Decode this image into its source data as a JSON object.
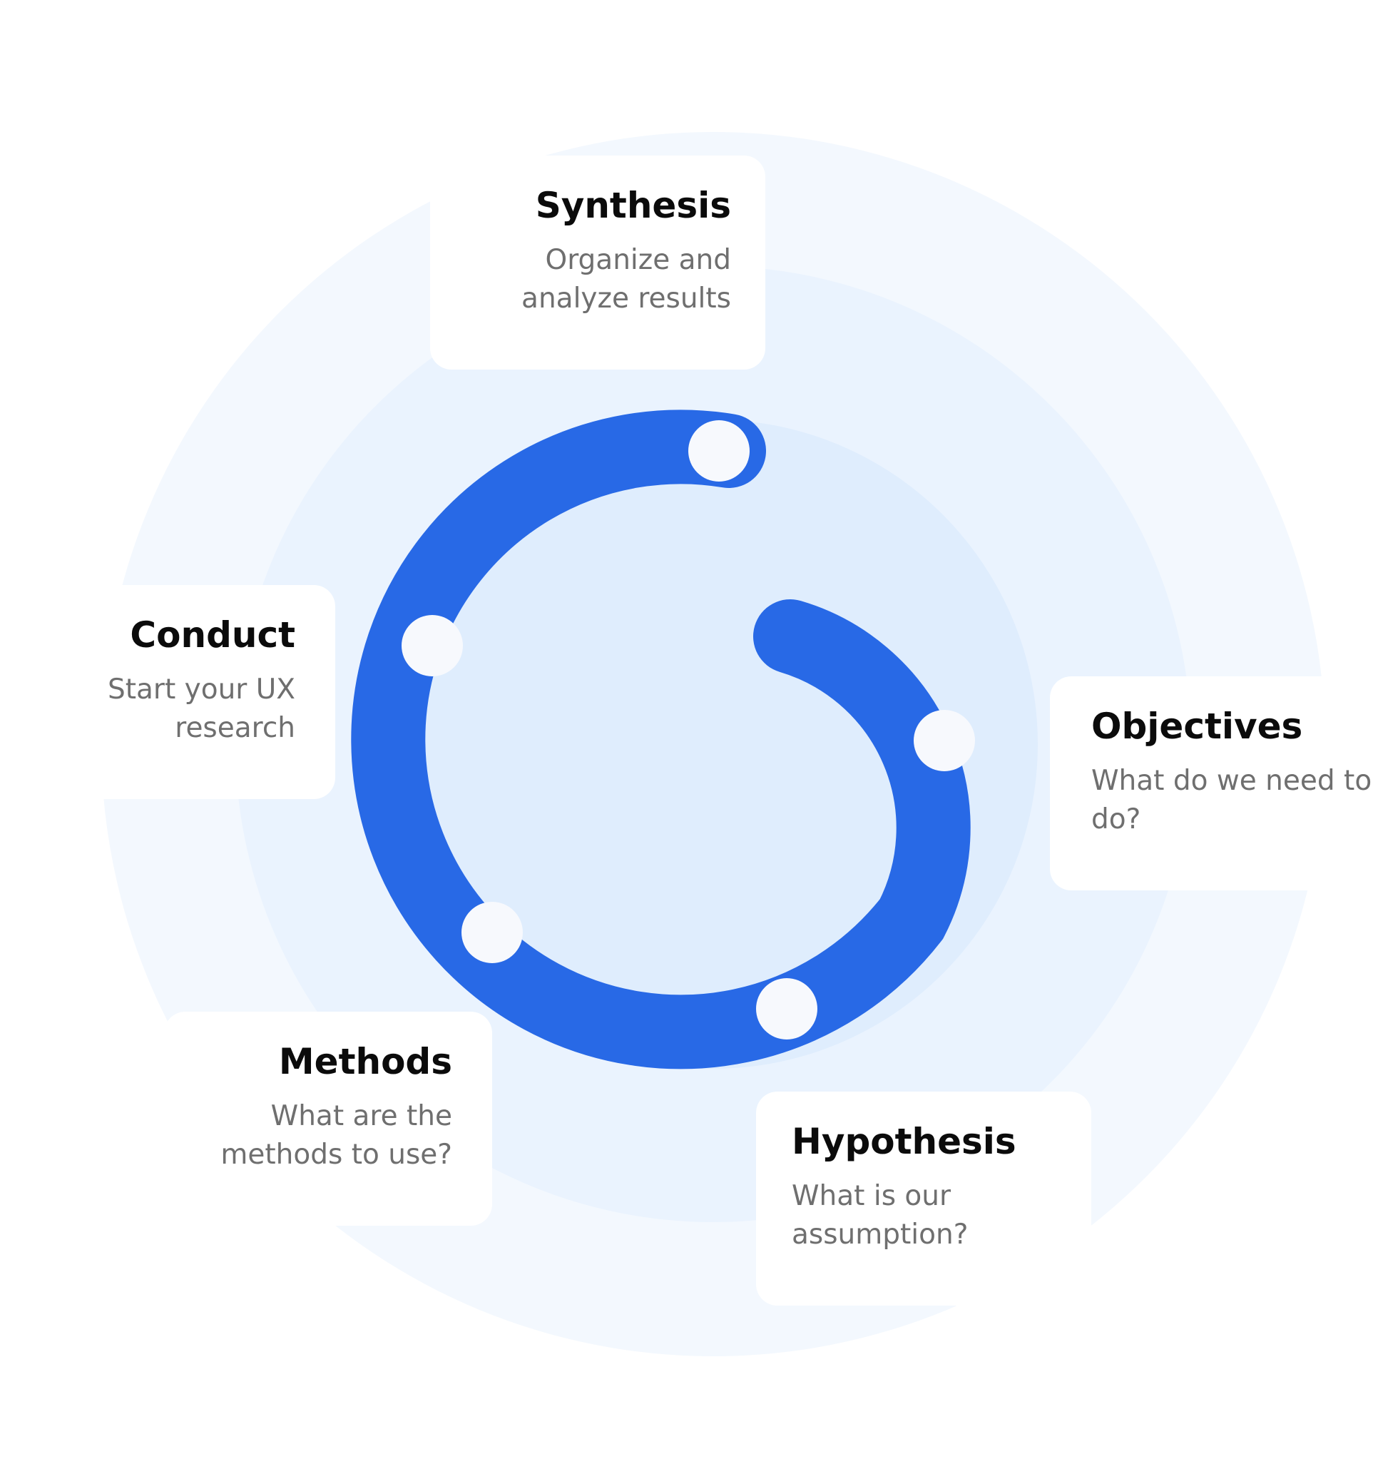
{
  "colors": {
    "ring_outer": "#f3f8fe",
    "ring_middle": "#eaf3fe",
    "ring_inner": "#dfedfd",
    "spiral": "#2869e6",
    "node": "#f7f9fd",
    "card": "#ffffff",
    "title_text": "#0b0b0b",
    "desc_text": "#6f6f6f"
  },
  "cards": {
    "synthesis": {
      "title": "Synthesis",
      "description": "Organize and analyze results"
    },
    "conduct": {
      "title": "Conduct",
      "description": "Start your UX research"
    },
    "objectives": {
      "title": "Objectives",
      "description": "What do we need to do?"
    },
    "methods": {
      "title": "Methods",
      "description": "What are the methods to use?"
    },
    "hypothesis": {
      "title": "Hypothesis",
      "description": "What is our assumption?"
    }
  }
}
